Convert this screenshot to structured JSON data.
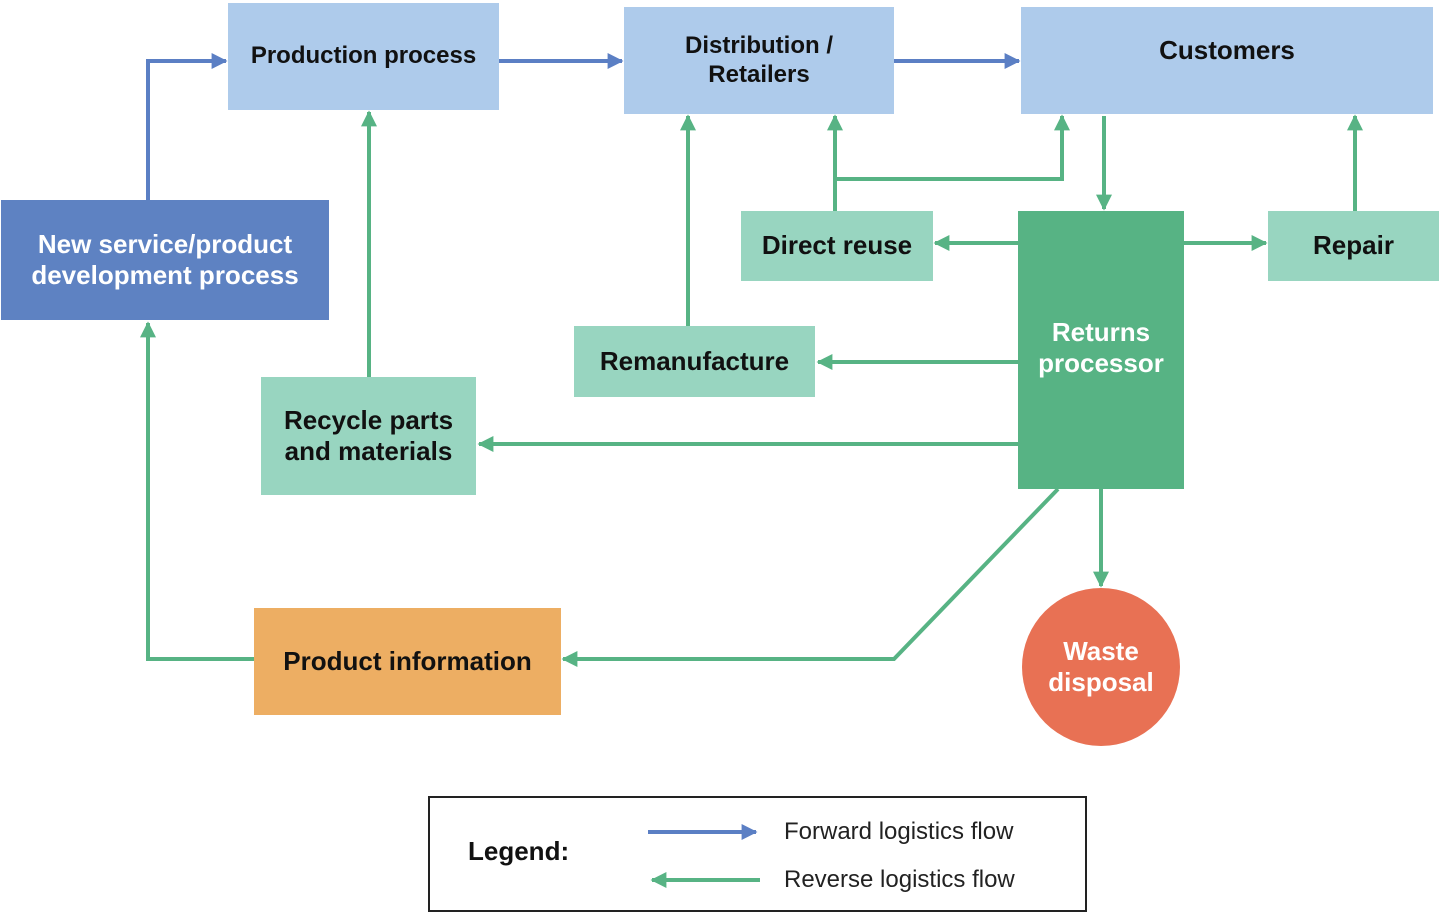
{
  "nodes": {
    "production_process": "Production process",
    "distribution_line1": "Distribution /",
    "distribution_line2": "Retailers",
    "customers": "Customers",
    "new_service_line1": "New service/product",
    "new_service_line2": "development process",
    "direct_reuse": "Direct reuse",
    "repair": "Repair",
    "returns_line1": "Returns",
    "returns_line2": "processor",
    "remanufacture": "Remanufacture",
    "recycle_line1": "Recycle parts",
    "recycle_line2": "and materials",
    "product_information": "Product information",
    "waste_line1": "Waste",
    "waste_line2": "disposal"
  },
  "legend": {
    "title": "Legend:",
    "forward": "Forward logistics flow",
    "reverse": "Reverse logistics flow"
  },
  "colors": {
    "forward_arrow": "#5b7fc4",
    "reverse_arrow": "#57b384",
    "light_blue_box": "#aecbeb",
    "teal_box": "#98d5c0",
    "returns_box": "#57b384",
    "dark_blue_box": "#5e82c2",
    "orange_box": "#edae63",
    "waste_circle": "#e87154"
  }
}
